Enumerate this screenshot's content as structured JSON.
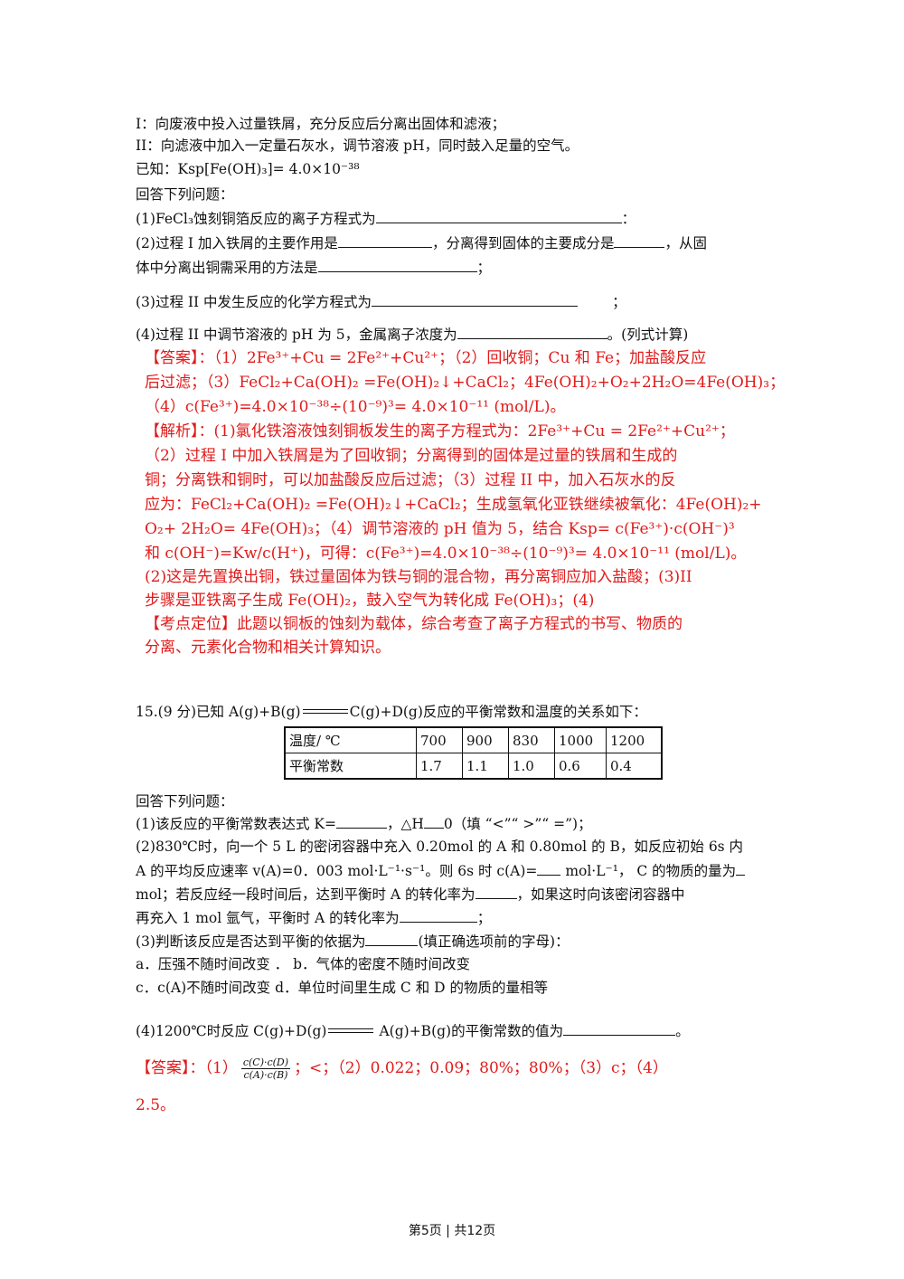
{
  "q14": {
    "l1": "I：向废液中投入过量铁屑，充分反应后分离出固体和滤液；",
    "l2": "II：向滤液中加入一定量石灰水，调节溶液 pH，同时鼓入足量的空气。",
    "l3": "已知：Ksp[Fe(OH)₃]= 4.0×10⁻³⁸",
    "l4": "回答下列问题：",
    "l5": "(1)FeCl₃蚀刻铜箔反应的离子方程式为",
    "l5_end": "：",
    "l6a": "(2)过程 I 加入铁屑的主要作用是",
    "l6b": "，分离得到固体的主要成分是",
    "l6c": "，从固",
    "l7": "体中分离出铜需采用的方法是",
    "l7_end": "；",
    "l8": "(3)过程 II 中发生反应的化学方程式为",
    "l8_end": "；",
    "l9": "(4)过程 II 中调节溶液的 pH 为 5，金属离子浓度为",
    "l9_end": "。(列式计算)"
  },
  "answer14": {
    "a1": "【答案】：（1）2Fe³⁺+Cu = 2Fe²⁺+Cu²⁺；（2）回收铜；Cu 和 Fe；加盐酸反应",
    "a2": "后过滤；（3）FeCl₂+Ca(OH)₂ =Fe(OH)₂↓+CaCl₂；4Fe(OH)₂+O₂+2H₂O=4Fe(OH)₃；",
    "a3": "（4）c(Fe³⁺)=4.0×10⁻³⁸÷(10⁻⁹)³= 4.0×10⁻¹¹ (mol/L)。",
    "b1": "【解析】：(1)氯化铁溶液蚀刻铜板发生的离子方程式为：2Fe³⁺+Cu = 2Fe²⁺+Cu²⁺；",
    "b2": "（2）过程 I 中加入铁屑是为了回收铜；分离得到的固体是过量的铁屑和生成的",
    "b3": "铜；分离铁和铜时，可以加盐酸反应后过滤；（3）过程 II 中，加入石灰水的反",
    "b4": "应为：FeCl₂+Ca(OH)₂ =Fe(OH)₂↓+CaCl₂；生成氢氧化亚铁继续被氧化：4Fe(OH)₂+",
    "b5": "O₂+ 2H₂O= 4Fe(OH)₃；（4）调节溶液的 pH 值为 5，结合 Ksp= c(Fe³⁺)·c(OH⁻)³",
    "b6": "和 c(OH⁻)=Kw/c(H⁺)，可得：c(Fe³⁺)=4.0×10⁻³⁸÷(10⁻⁹)³= 4.0×10⁻¹¹ (mol/L)。",
    "b7": "  (2)这是先置换出铜，铁过量固体为铁与铜的混合物，再分离铜应加入盐酸；(3)II",
    "b8": "步骤是亚铁离子生成 Fe(OH)₂，鼓入空气为转化成 Fe(OH)₃；(4)",
    "c1": "【考点定位】此题以铜板的蚀刻为载体，综合考查了离子方程式的书写、物质的",
    "c2": "分离、元素化合物和相关计算知识。"
  },
  "q15": {
    "title_a": "15.(9 分)已知 A(g)+B(g)",
    "title_b": "C(g)+D(g)反应的平衡常数和温度的关系如下：",
    "table": {
      "rows": [
        [
          "温度/ ℃",
          "700",
          "900",
          "830",
          "1000",
          "1200"
        ],
        [
          "平衡常数",
          "1.7",
          "1.1",
          "1.0",
          "0.6",
          "0.4"
        ]
      ]
    },
    "l1": "回答下列问题：",
    "l2a": "(1)该反应的平衡常数表达式 K=",
    "l2b": "，△H",
    "l2c": "0（填 “<”“ >”“ =”)；",
    "l3": "(2)830℃时，向一个 5 L 的密闭容器中充入 0.20mol 的 A 和 0.80mol 的 B，如反应初始 6s 内",
    "l4a": "A 的平均反应速率 v(A)=0．003 mol·L⁻¹·s⁻¹。则 6s 时 c(A)=",
    "l4b": " mol·L⁻¹，  C 的物质的量为",
    "l5a": "mol；若反应经一段时间后，达到平衡时 A 的转化率为",
    "l5b": "，如果这时向该密闭容器中",
    "l6a": "再充入 1 mol 氩气，平衡时 A 的转化率为",
    "l6b": "；",
    "l7a": " (3)判断该反应是否达到平衡的依据为",
    "l7b": "(填正确选项前的字母)：",
    "l8": "a．压强不随时间改变  ．  b．气体的密度不随时间改变",
    "l9": "c．c(A)不随时间改变      d．单位时间里生成 C 和 D 的物质的量相等",
    "l10a": "(4)1200℃时反应 C(g)+D(g)",
    "l10b": "A(g)+B(g)的平衡常数的值为",
    "l10c": "。"
  },
  "answer15": {
    "a1_pre": "【答案】：（1）",
    "frac_num": "c(C)·c(D)",
    "frac_den": "c(A)·c(B)",
    "a1_post": "；<；（2）0.022；0.09；80%；80%；（3）c；（4）",
    "a2": "2.5。"
  },
  "footer": "第5页  |  共12页"
}
